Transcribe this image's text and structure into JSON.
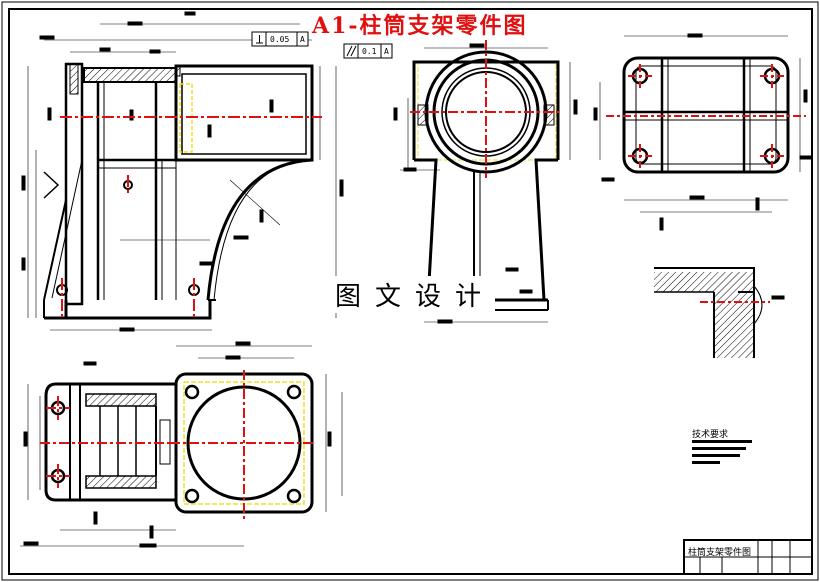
{
  "sheet": {
    "title": "A1-柱筒支架零件图",
    "watermark": "图文设计",
    "tech_requirements_title": "技术要求",
    "title_block_name": "柱筒支架零件图"
  },
  "tolerances": [
    {
      "symbol": "perpendicularity",
      "value": "0.05",
      "datum": "A"
    },
    {
      "symbol": "parallelism",
      "value": "0.1",
      "datum": "A"
    }
  ],
  "colors": {
    "outline": "#000000",
    "centerline": "#e01010",
    "hidden_edge": "#f0e020",
    "hatch": "#000000",
    "title": "#e01010"
  }
}
